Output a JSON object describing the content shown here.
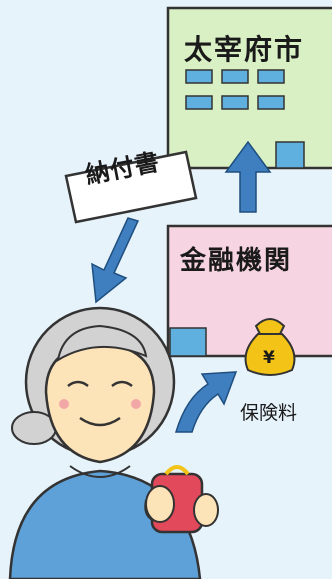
{
  "city_office": {
    "label": "太宰府市"
  },
  "bank": {
    "label": "金融機関"
  },
  "payment_slip": {
    "label": "納付書"
  },
  "insurance": {
    "label": "保険料",
    "currency_symbol": "¥"
  },
  "colors": {
    "background": "#e7f3fb",
    "city_office": "#d9f0c4",
    "bank": "#f7d4e1",
    "arrows": "#3f7fc0",
    "shirt": "#5ea0d8",
    "wallet": "#e2495a",
    "money_bag": "#f3c417"
  }
}
